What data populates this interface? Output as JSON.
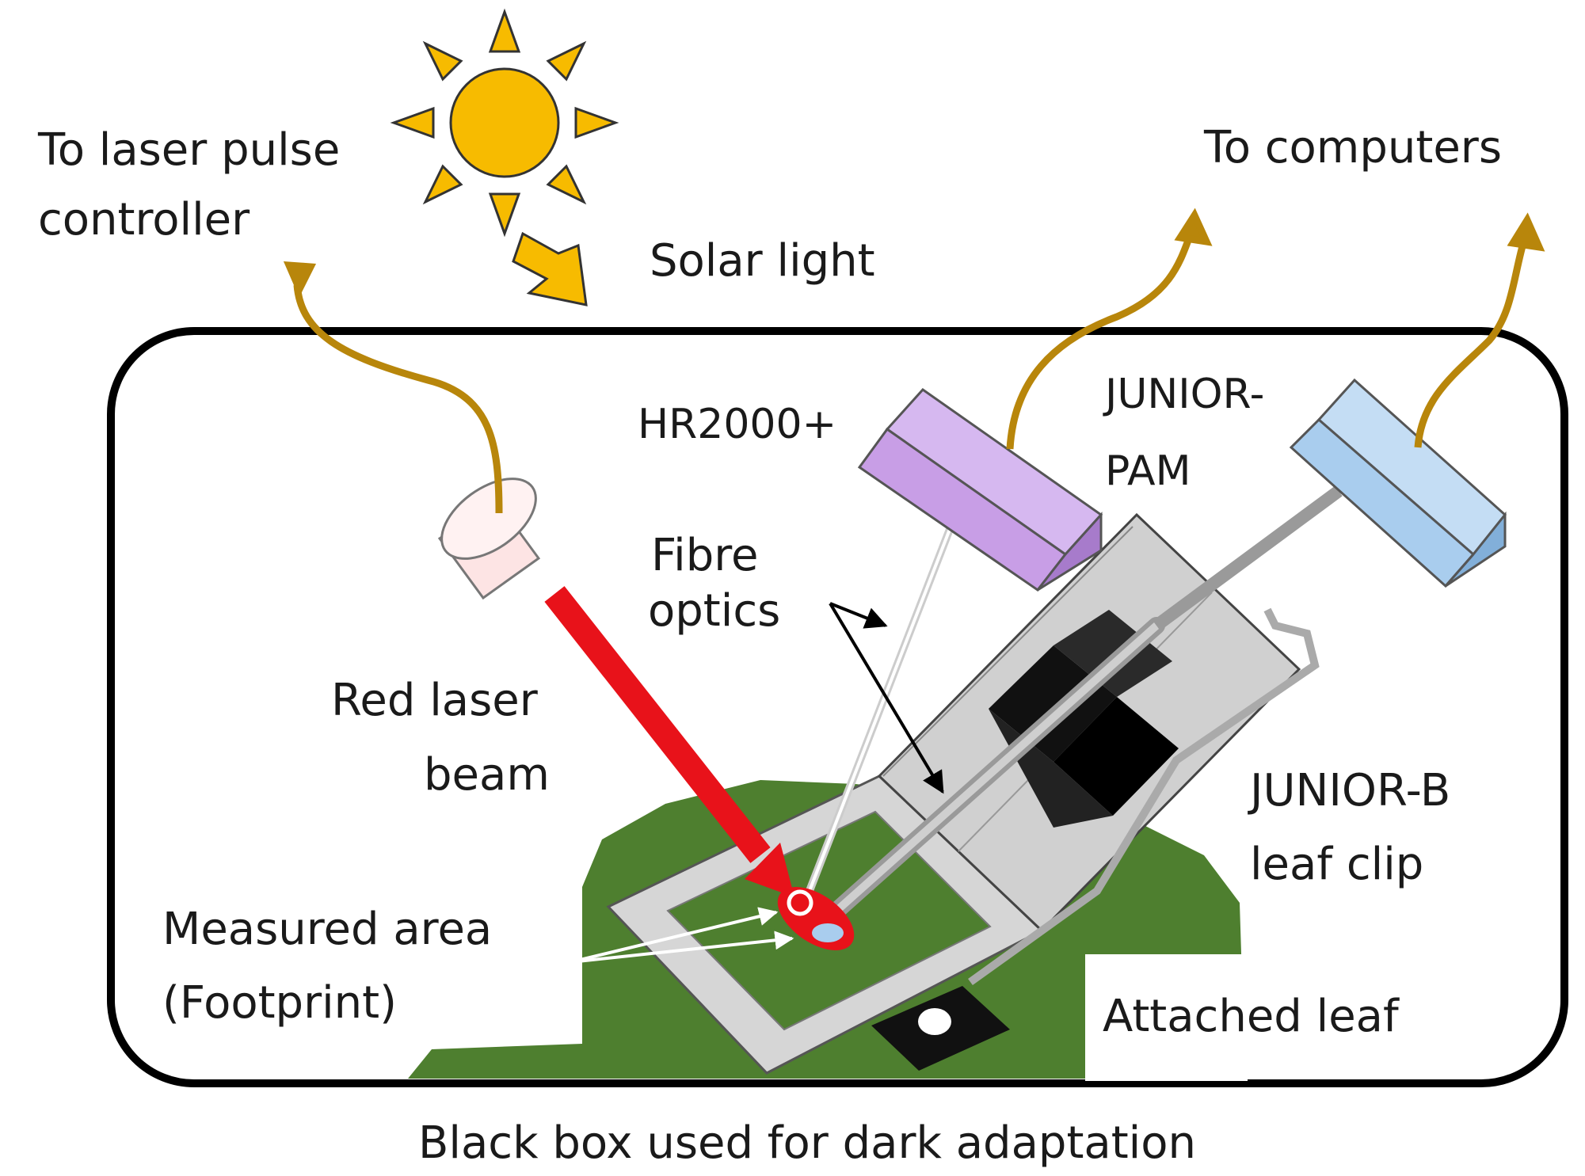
{
  "labels": {
    "laser_pulse_line1": "To laser pulse",
    "laser_pulse_line2": "controller",
    "solar_light": "Solar light",
    "to_computers": "To computers",
    "hr2000": "HR2000+",
    "junior_pam_line1": "JUNIOR-",
    "junior_pam_line2": "PAM",
    "fibre_line1": "Fibre",
    "fibre_line2": "optics",
    "red_laser_line1": "Red laser",
    "red_laser_line2": "beam",
    "junior_b_line1": "JUNIOR-B",
    "junior_b_line2": "leaf clip",
    "measured_line1": "Measured area",
    "measured_line2": "(Footprint)",
    "attached_leaf": "Attached leaf",
    "caption": "Black box used for dark adaptation"
  },
  "colors": {
    "sun": "#f7bb00",
    "cable": "#b8860b",
    "laser_beam": "#e8121a",
    "laser_head": "#fde4e4",
    "hr2000": "#c89ee6",
    "junior_pam": "#a9cdee",
    "leaf": "#4e7f2f",
    "clip": "#d4d4d4",
    "sensor": "#111111"
  }
}
